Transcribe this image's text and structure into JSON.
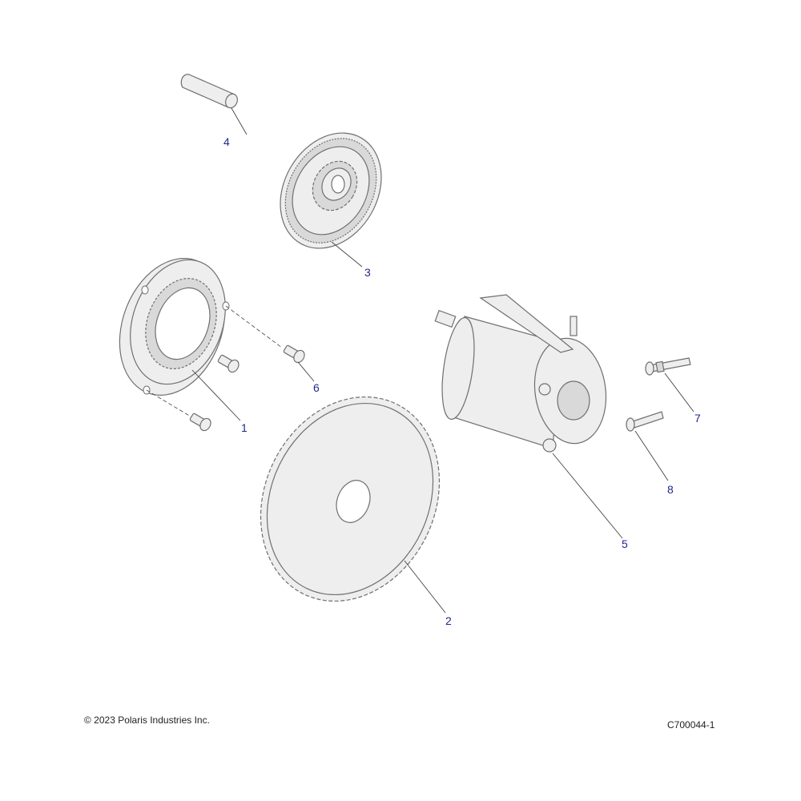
{
  "diagram": {
    "callouts": [
      {
        "id": "1",
        "text": "1"
      },
      {
        "id": "2",
        "text": "2"
      },
      {
        "id": "3",
        "text": "3"
      },
      {
        "id": "4",
        "text": "4"
      },
      {
        "id": "5",
        "text": "5"
      },
      {
        "id": "6",
        "text": "6"
      },
      {
        "id": "7",
        "text": "7"
      },
      {
        "id": "8",
        "text": "8"
      }
    ],
    "colors": {
      "callout": "#1f2a8a",
      "line": "#6f6f6f",
      "fill": "#eeeeee"
    }
  },
  "footer": {
    "copyright": "© 2023 Polaris Industries Inc.",
    "figure_id": "C700044-1"
  }
}
